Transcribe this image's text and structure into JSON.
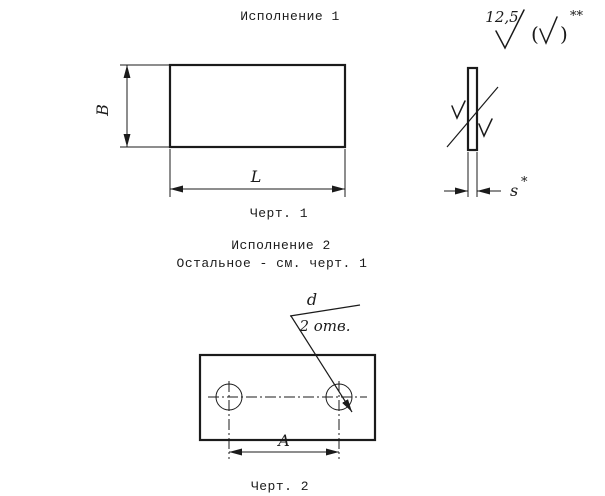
{
  "colors": {
    "ink": "#1b1b1b",
    "background": "#ffffff"
  },
  "fig1": {
    "title": "Исполнение 1",
    "dim_height_label": "B",
    "dim_width_label": "L",
    "caption": "Черт. 1"
  },
  "side_view": {
    "roughness_value": "12,5",
    "paren_open": "(",
    "paren_close": ")",
    "asterisks": "**",
    "thickness_label": "s",
    "thickness_sup": "*"
  },
  "fig2": {
    "title": "Исполнение 2",
    "note": "Остальное - см. черт. 1",
    "hole_diameter_label": "d",
    "hole_count_label": "2 отв.",
    "dim_centers_label": "A",
    "caption": "Черт. 2"
  }
}
